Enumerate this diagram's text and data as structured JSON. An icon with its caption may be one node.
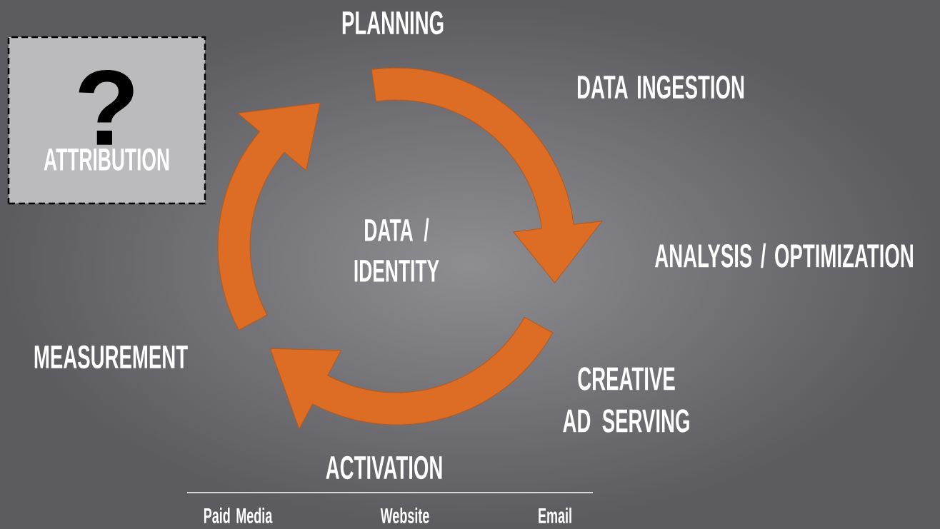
{
  "diagram": {
    "nodes": [
      {
        "text": [
          "?",
          "ATTRIBUTION"
        ]
      }
    ],
    "labels": [
      "PLANNING",
      "DATA INGESTION",
      "ANALYSIS / OPTIMIZATION",
      "DATA / IDENTITY",
      "MEASUREMENT",
      "CREATIVE AD SERVING",
      "ACTIVATION",
      "Paid Media",
      "Website",
      "Email"
    ]
  }
}
